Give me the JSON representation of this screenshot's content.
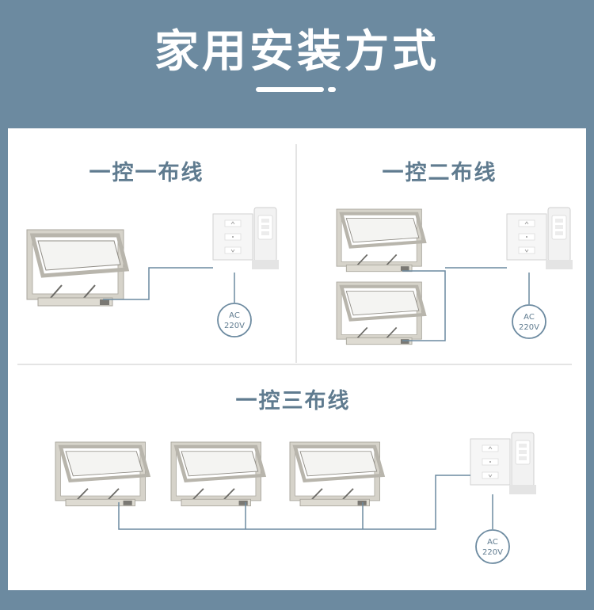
{
  "header": {
    "title": "家用安装方式"
  },
  "sections": [
    {
      "id": "one",
      "title": "一控一布线",
      "window_count": 1
    },
    {
      "id": "two",
      "title": "一控二布线",
      "window_count": 2
    },
    {
      "id": "three",
      "title": "一控三布线",
      "window_count": 3
    }
  ],
  "power_badge": {
    "line1": "AC",
    "line2": "220V"
  },
  "colors": {
    "background": "#6c8aa0",
    "panel": "#ffffff",
    "title_text": "#5f7b8f",
    "wire": "#6c8aa0",
    "frame": "#c9c6bd"
  }
}
